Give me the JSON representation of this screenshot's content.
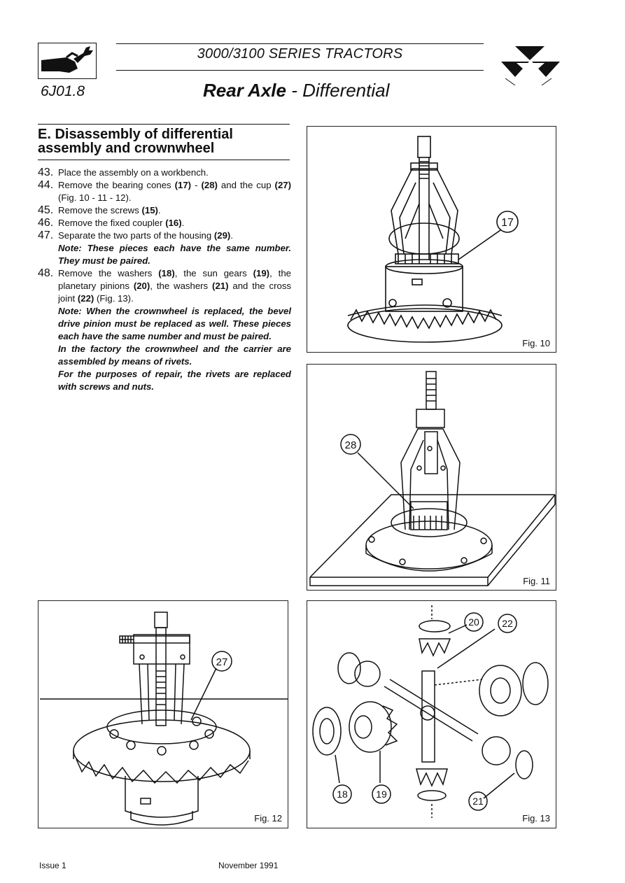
{
  "header": {
    "series": "3000/3100 SERIES TRACTORS",
    "code": "6J01.8",
    "title_bold": "Rear Axle",
    "title_rest": " - Differential"
  },
  "section": {
    "heading_line1": "E. Disassembly of differential",
    "heading_line2": "assembly and crownwheel",
    "steps": [
      {
        "num": "43.",
        "parts": [
          "Place the assembly on a workbench."
        ]
      },
      {
        "num": "44.",
        "parts": [
          "Remove the bearing cones ",
          "(17)",
          " - ",
          "(28)",
          " and the cup ",
          "(27)",
          " (Fig. 10 - 11 - 12)."
        ]
      },
      {
        "num": "45.",
        "parts": [
          "Remove the screws ",
          "(15)",
          "."
        ]
      },
      {
        "num": "46.",
        "parts": [
          "Remove the fixed coupler ",
          "(16)",
          "."
        ]
      },
      {
        "num": "47.",
        "parts": [
          "Separate the two parts of the housing ",
          "(29)",
          "."
        ],
        "notes": [
          "Note: These pieces each have the same number. They must be paired."
        ]
      },
      {
        "num": "48.",
        "parts": [
          "Remove the washers ",
          "(18)",
          ", the sun gears ",
          "(19)",
          ", the planetary pinions ",
          "(20)",
          ", the washers ",
          "(21)",
          " and the cross joint ",
          "(22)",
          " (Fig. 13)."
        ],
        "notes": [
          "Note: When the crownwheel is replaced, the bevel drive pinion must be replaced as well. These pieces each have the same number and must be paired.",
          "In the factory the crownwheel and the carrier are assembled by means of rivets.",
          "For the purposes of repair, the rivets are replaced with screws and nuts."
        ]
      }
    ]
  },
  "figures": {
    "fig10": {
      "caption": "Fig. 10",
      "callouts": [
        "17"
      ]
    },
    "fig11": {
      "caption": "Fig. 11",
      "callouts": [
        "28"
      ]
    },
    "fig12": {
      "caption": "Fig. 12",
      "callouts": [
        "27"
      ]
    },
    "fig13": {
      "caption": "Fig. 13",
      "callouts": [
        "20",
        "22",
        "18",
        "19",
        "21"
      ]
    }
  },
  "footer": {
    "issue": "Issue 1",
    "date": "November 1991"
  }
}
